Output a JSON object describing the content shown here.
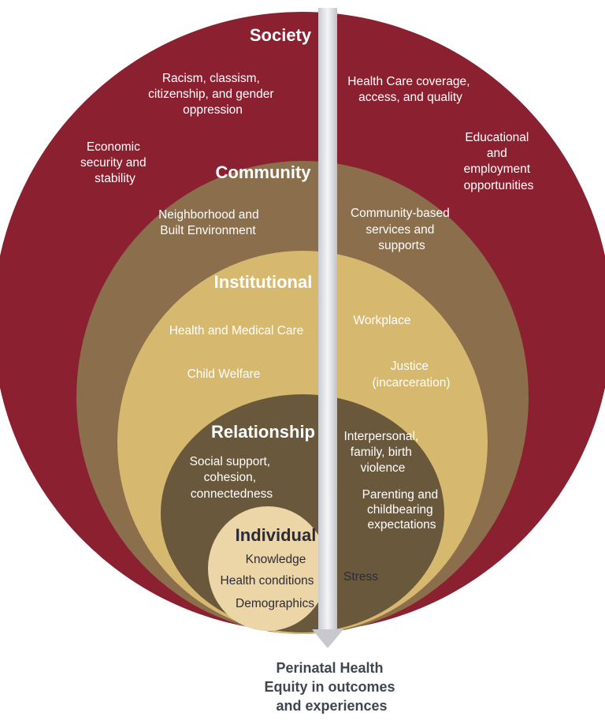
{
  "colors": {
    "society": "#8a2030",
    "community": "#8b6e4c",
    "institutional": "#d6b86f",
    "relationship": "#6a583c",
    "individual": "#ecd6a8",
    "light_text": "#ffffff",
    "dark_text": "#2b2b3a",
    "arrow": "#e2e3e6"
  },
  "levels": {
    "society": {
      "title": "Society",
      "left": [
        "Racism, classism, citizenship, and gender oppression",
        "Economic security and stability"
      ],
      "right": [
        "Health Care coverage, access, and quality",
        "Educational and employment opportunities"
      ]
    },
    "community": {
      "title": "Community",
      "left": [
        "Neighborhood and Built Environment"
      ],
      "right": [
        "Community-based services and supports"
      ]
    },
    "institutional": {
      "title": "Institutional",
      "left": [
        "Health and Medical Care",
        "Child Welfare"
      ],
      "right": [
        "Workplace",
        "Justice (incarceration)"
      ]
    },
    "relationship": {
      "title": "Relationship",
      "left": [
        "Social support, cohesion, connectedness"
      ],
      "right": [
        "Interpersonal, family, birth violence",
        "Parenting and childbearing expectations"
      ]
    },
    "individual": {
      "title": "Individual",
      "left": [
        "Knowledge",
        "Health conditions",
        "Demographics"
      ],
      "right": [
        "Stress"
      ]
    }
  },
  "outcome": [
    "Perinatal Health",
    "Equity in outcomes",
    "and experiences"
  ]
}
